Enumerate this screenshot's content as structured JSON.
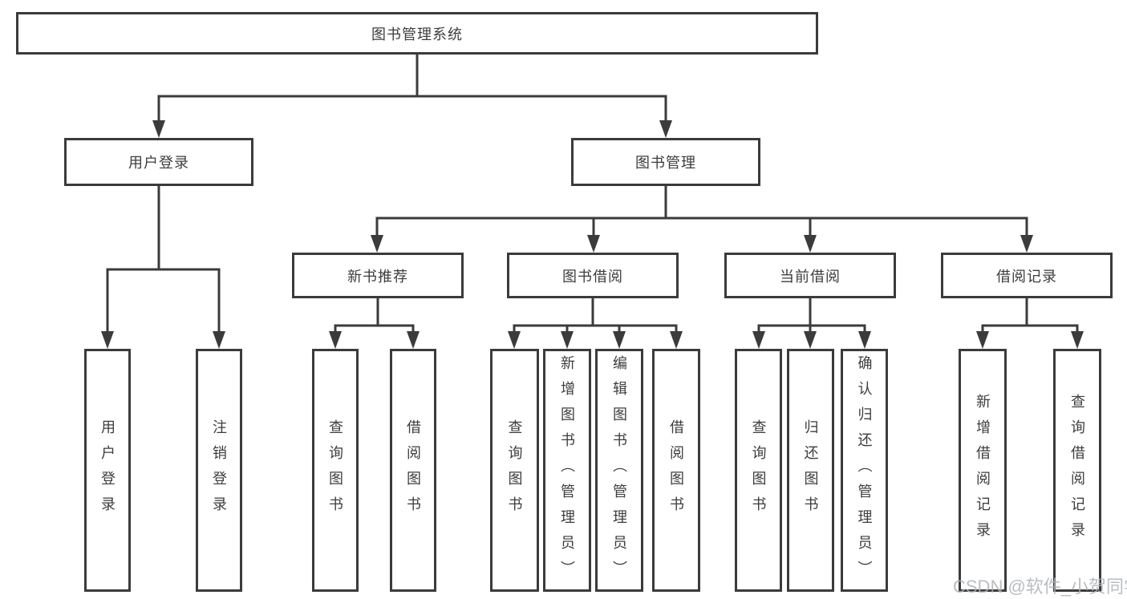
{
  "root_label": "图书管理系统",
  "branches": {
    "user_login": {
      "label": "用户登录",
      "leaves": [
        "用户登录",
        "注销登录"
      ]
    },
    "book_mgmt": {
      "label": "图书管理",
      "sections": {
        "new_books": {
          "label": "新书推荐",
          "leaves": [
            "查询图书",
            "借阅图书"
          ]
        },
        "borrow": {
          "label": "图书借阅",
          "leaves": [
            "查询图书",
            "新增图书（管理员）",
            "编辑图书（管理员）",
            "借阅图书"
          ]
        },
        "current": {
          "label": "当前借阅",
          "leaves": [
            "查询图书",
            "归还图书",
            "确认归还（管理员）"
          ]
        },
        "records": {
          "label": "借阅记录",
          "leaves": [
            "新增借阅记录",
            "查询借阅记录"
          ]
        }
      }
    }
  },
  "watermark": "CSDN @软件_小贺同学",
  "colors": {
    "line": "#3b3b3b",
    "text": "#3d3d3d",
    "watermark": "#aeb2b6",
    "background": "#ffffff"
  }
}
